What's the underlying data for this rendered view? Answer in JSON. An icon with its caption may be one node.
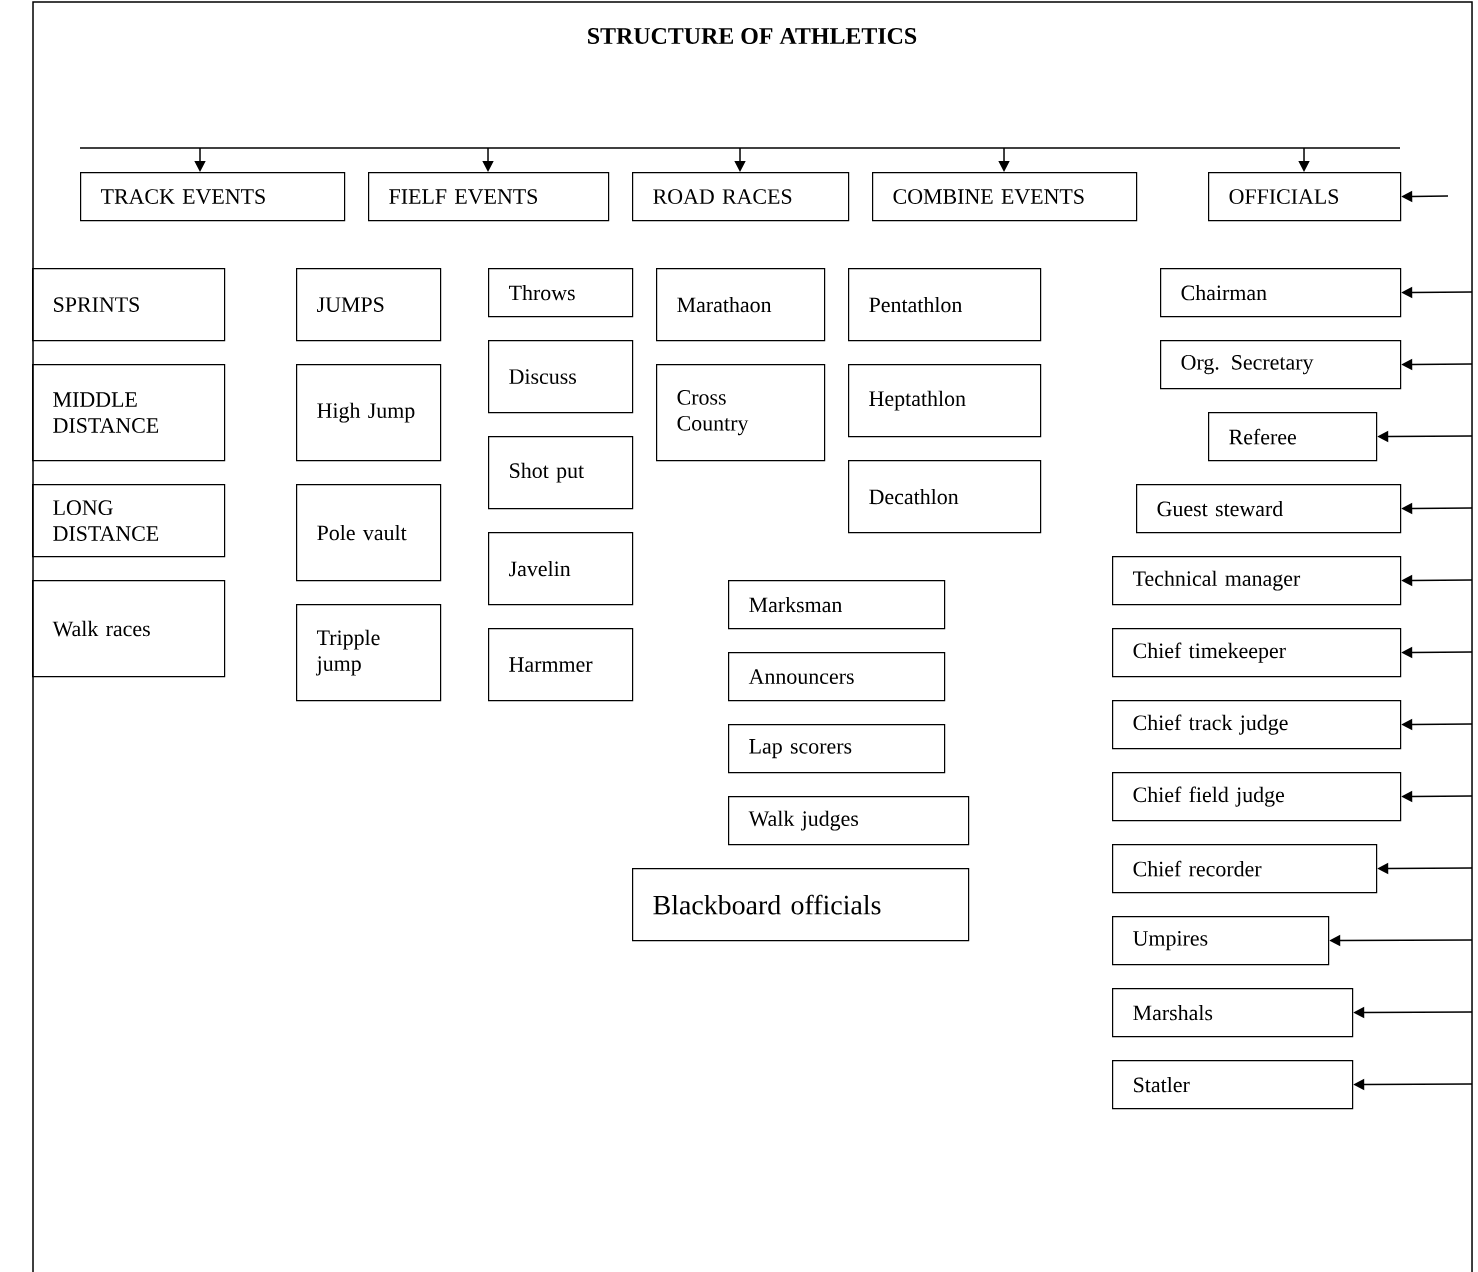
{
  "diagram": {
    "title": "STRUCTURE OF ATHLETICS",
    "nodes": [
      {
        "text": [
          "TRACK EVENTS"
        ]
      },
      {
        "text": [
          "FIELF EVENTS"
        ]
      },
      {
        "text": [
          "ROAD RACES"
        ]
      },
      {
        "text": [
          "COMBINE EVENTS"
        ]
      },
      {
        "text": [
          "OFFICIALS"
        ]
      },
      {
        "text": [
          "SPRINTS"
        ]
      },
      {
        "text": [
          "MIDDLE DISTANCE"
        ]
      },
      {
        "text": [
          "LONG DISTANCE"
        ]
      },
      {
        "text": [
          "Walk races"
        ]
      },
      {
        "text": [
          "JUMPS"
        ]
      },
      {
        "text": [
          "High Jump"
        ]
      },
      {
        "text": [
          "Pole vault"
        ]
      },
      {
        "text": [
          "Tripple jump"
        ]
      },
      {
        "text": [
          "Throws"
        ]
      },
      {
        "text": [
          "Discuss"
        ]
      },
      {
        "text": [
          "Shot put"
        ]
      },
      {
        "text": [
          "Javelin"
        ]
      },
      {
        "text": [
          "Harmmer"
        ]
      },
      {
        "text": [
          "Marathaon"
        ]
      },
      {
        "text": [
          "Cross Country"
        ]
      },
      {
        "text": [
          "Pentathlon"
        ]
      },
      {
        "text": [
          "Heptathlon"
        ]
      },
      {
        "text": [
          "Decathlon"
        ]
      },
      {
        "text": [
          "Marksman"
        ]
      },
      {
        "text": [
          "Announcers"
        ]
      },
      {
        "text": [
          "Lap scorers"
        ]
      },
      {
        "text": [
          "Walk judges"
        ]
      },
      {
        "text": [
          "Blackboard officials"
        ]
      },
      {
        "text": [
          "Chairman"
        ]
      },
      {
        "text": [
          "Org. Secretary"
        ]
      },
      {
        "text": [
          "Referee"
        ]
      },
      {
        "text": [
          "Guest steward"
        ]
      },
      {
        "text": [
          "Technical manager"
        ]
      },
      {
        "text": [
          "Chief timekeeper"
        ]
      },
      {
        "text": [
          "Chief track judge"
        ]
      },
      {
        "text": [
          "Chief field judge"
        ]
      },
      {
        "text": [
          "Chief recorder"
        ]
      },
      {
        "text": [
          "Umpires"
        ]
      },
      {
        "text": [
          "Marshals"
        ]
      },
      {
        "text": [
          "Statler"
        ]
      }
    ],
    "edges": [
      {
        "from": null,
        "to": 0,
        "arrow": "to"
      },
      {
        "from": null,
        "to": 1,
        "arrow": "to"
      },
      {
        "from": null,
        "to": 2,
        "arrow": "to"
      },
      {
        "from": null,
        "to": 3,
        "arrow": "to"
      },
      {
        "from": null,
        "to": 4,
        "arrow": "to"
      },
      {
        "from": null,
        "to": 4,
        "arrow": "to"
      },
      {
        "from": null,
        "to": 28,
        "arrow": "to"
      },
      {
        "from": null,
        "to": 29,
        "arrow": "to"
      },
      {
        "from": null,
        "to": 30,
        "arrow": "to"
      },
      {
        "from": null,
        "to": 31,
        "arrow": "to"
      },
      {
        "from": null,
        "to": 32,
        "arrow": "to"
      },
      {
        "from": null,
        "to": 33,
        "arrow": "to"
      },
      {
        "from": null,
        "to": 34,
        "arrow": "to"
      },
      {
        "from": null,
        "to": 35,
        "arrow": "to"
      },
      {
        "from": null,
        "to": 36,
        "arrow": "to"
      },
      {
        "from": null,
        "to": 37,
        "arrow": "to"
      },
      {
        "from": null,
        "to": 38,
        "arrow": "to"
      },
      {
        "from": null,
        "to": 39,
        "arrow": "to"
      }
    ]
  }
}
